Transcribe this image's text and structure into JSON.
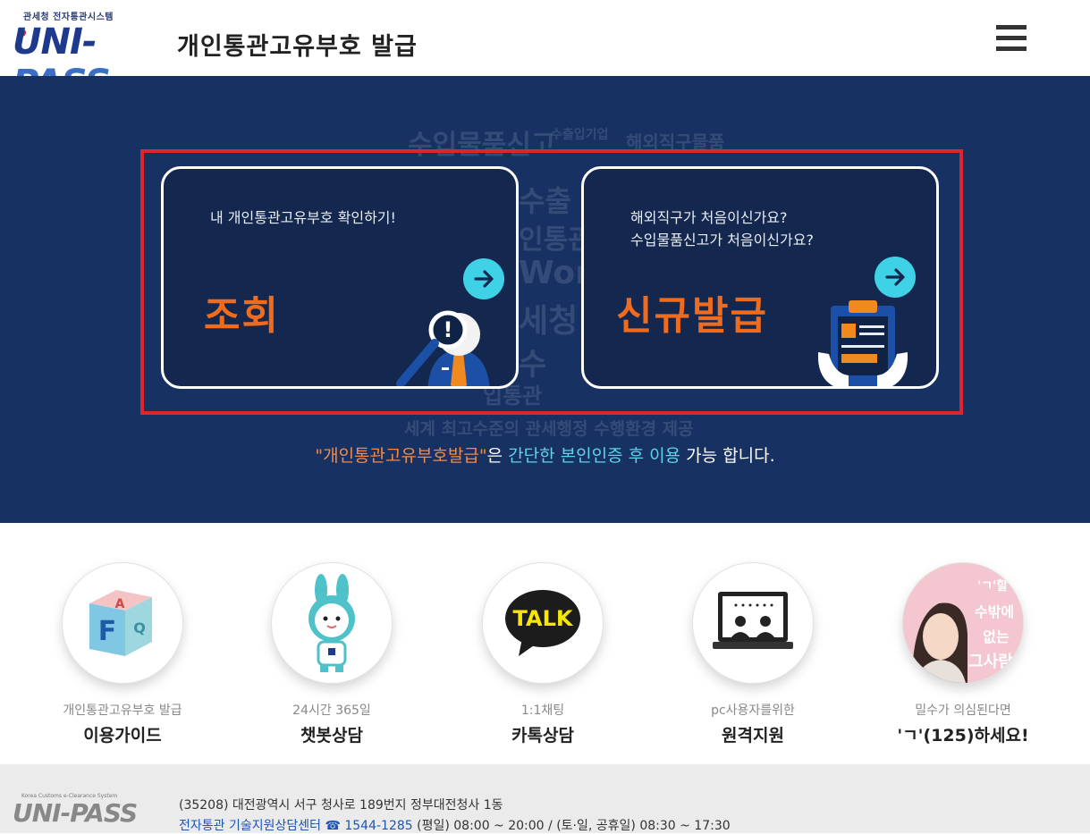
{
  "header": {
    "logo_sub": "관세청 전자통관시스템",
    "logo_main_a": "UNI-",
    "logo_main_b": "PASS",
    "title": "개인통관고유부호 발급",
    "menu_icon": "hamburger-menu-icon"
  },
  "hero": {
    "background_words": [
      "수입물품신고",
      "수출입기업",
      "해외직구물품",
      "수출",
      "인통관",
      "World",
      "세청",
      "수",
      "입통관",
      "세계 최고수준의 관세행정 수행환경 제공"
    ],
    "lookup_card": {
      "text": "내 개인통관고유부호 확인하기!",
      "label": "조회",
      "icon": "magnifier-officer-icon"
    },
    "new_card": {
      "line1": "해외직구가 처음이신가요?",
      "line2": "수입물품신고가 처음이신가요?",
      "label": "신규발급",
      "icon": "clipboard-hands-icon"
    },
    "notice": {
      "part1": "\"개인통관고유부호발급\"",
      "part2": "은 ",
      "part3": "간단한 본인인증 후 이용",
      "part4": " 가능 합니다."
    }
  },
  "services": [
    {
      "sub": "개인통관고유부호 발급",
      "main": "이용가이드",
      "icon": "faq-cube-icon"
    },
    {
      "sub": "24시간 365일",
      "main": "챗봇상담",
      "icon": "chatbot-rabbit-icon"
    },
    {
      "sub": "1:1채팅",
      "main": "카톡상담",
      "icon": "kakaotalk-icon"
    },
    {
      "sub": "pc사용자를위한",
      "main": "원격지원",
      "icon": "remote-support-icon"
    },
    {
      "sub": "밀수가 의심된다면",
      "main": "'ㄱ'(125)하세요!",
      "icon": "report-smuggling-icon"
    }
  ],
  "service5_badge": {
    "line1": "'ㄱ'할",
    "line2": "수밖에",
    "line3": "없는",
    "line4": "그사람"
  },
  "service3_badge": "TALK",
  "service1_badge": {
    "f": "F",
    "a": "A",
    "q": "Q"
  },
  "footer": {
    "logo_sub": "Korea Customs e-Clearance System",
    "logo_main": "UNI-PASS",
    "address": "(35208) 대전광역시 서구 청사로 189번지 정부대전청사 1동",
    "center": "전자통관 기술지원상담센터",
    "phone": "☎ 1544-1285",
    "hours": " (평일) 08:00 ~ 20:00 / (토·일, 공휴일) 08:30 ~ 17:30"
  },
  "colors": {
    "hero_bg": "#183163",
    "accent_orange": "#ef6c1f",
    "accent_cyan": "#3fd2e6",
    "highlight_red": "#e0242f"
  }
}
